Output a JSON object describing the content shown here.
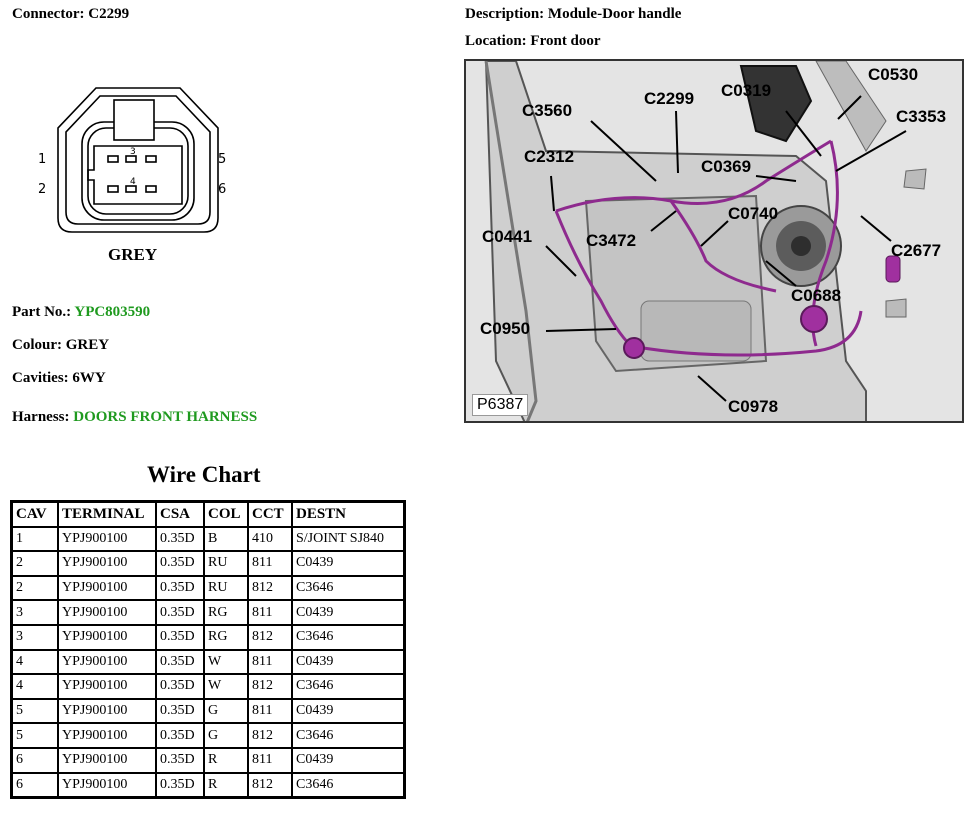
{
  "connector": {
    "label": "Connector:",
    "value": "C2299"
  },
  "description": {
    "label": "Description:",
    "value": "Module-Door handle"
  },
  "location": {
    "label": "Location:",
    "value": "Front door"
  },
  "diagram": {
    "pins": [
      "1",
      "2",
      "3",
      "4",
      "5",
      "6"
    ],
    "colour_text": "GREY"
  },
  "photo": {
    "ref": "P6387",
    "callouts": [
      "C0530",
      "C0319",
      "C2299",
      "C3560",
      "C3353",
      "C2312",
      "C0369",
      "C0740",
      "C0441",
      "C3472",
      "C2677",
      "C0688",
      "C0950",
      "C0978"
    ]
  },
  "part_no": {
    "label": "Part No.:",
    "value": "YPC803590"
  },
  "colour": {
    "label": "Colour:",
    "value": "GREY"
  },
  "cavities": {
    "label": "Cavities:",
    "value": "6WY"
  },
  "harness": {
    "label": "Harness:",
    "value": "DOORS FRONT HARNESS"
  },
  "wire_chart": {
    "title": "Wire Chart",
    "headers": [
      "CAV",
      "TERMINAL",
      "CSA",
      "COL",
      "CCT",
      "DESTN"
    ],
    "rows": [
      [
        "1",
        "YPJ900100",
        "0.35D",
        "B",
        "410",
        "S/JOINT SJ840"
      ],
      [
        "2",
        "YPJ900100",
        "0.35D",
        "RU",
        "811",
        "C0439"
      ],
      [
        "2",
        "YPJ900100",
        "0.35D",
        "RU",
        "812",
        "C3646"
      ],
      [
        "3",
        "YPJ900100",
        "0.35D",
        "RG",
        "811",
        "C0439"
      ],
      [
        "3",
        "YPJ900100",
        "0.35D",
        "RG",
        "812",
        "C3646"
      ],
      [
        "4",
        "YPJ900100",
        "0.35D",
        "W",
        "811",
        "C0439"
      ],
      [
        "4",
        "YPJ900100",
        "0.35D",
        "W",
        "812",
        "C3646"
      ],
      [
        "5",
        "YPJ900100",
        "0.35D",
        "G",
        "811",
        "C0439"
      ],
      [
        "5",
        "YPJ900100",
        "0.35D",
        "G",
        "812",
        "C3646"
      ],
      [
        "6",
        "YPJ900100",
        "0.35D",
        "R",
        "811",
        "C0439"
      ],
      [
        "6",
        "YPJ900100",
        "0.35D",
        "R",
        "812",
        "C3646"
      ]
    ]
  }
}
